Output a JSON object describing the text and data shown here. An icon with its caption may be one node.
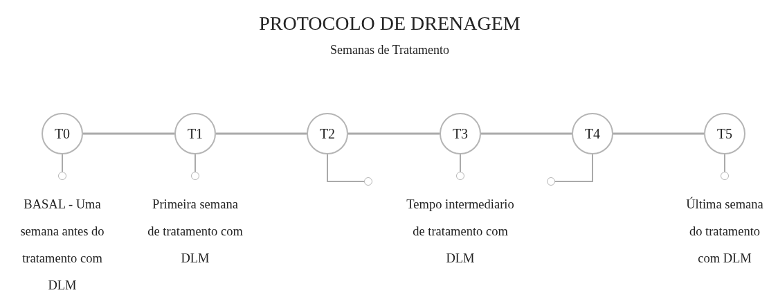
{
  "diagram": {
    "nodes": [
      {
        "text": [
          "T0"
        ]
      },
      {
        "text": [
          "T1"
        ]
      },
      {
        "text": [
          "T2"
        ]
      },
      {
        "text": [
          "T3"
        ]
      },
      {
        "text": [
          "T4"
        ]
      },
      {
        "text": [
          "T5"
        ]
      },
      {
        "text": [],
        "shape": "circle",
        "beside": [
          "BASAL - Uma semana antes do tratamento com DLM"
        ]
      },
      {
        "text": [],
        "shape": "circle",
        "beside": [
          "Primeira semana de tratamento com DLM"
        ]
      },
      {
        "text": [],
        "shape": "circle"
      },
      {
        "text": [],
        "shape": "circle",
        "beside": [
          "Tempo intermediario de tratamento com DLM"
        ]
      },
      {
        "text": [],
        "shape": "circle"
      },
      {
        "text": [],
        "shape": "circle",
        "beside": [
          "Última semana do tratamento com DLM"
        ]
      }
    ],
    "edges": [
      {
        "from": 0,
        "to": 1,
        "arrow": "none"
      },
      {
        "from": 1,
        "to": 2,
        "arrow": "none"
      },
      {
        "from": 2,
        "to": 3,
        "arrow": "none"
      },
      {
        "from": 3,
        "to": 4,
        "arrow": "none"
      },
      {
        "from": 4,
        "to": 5,
        "arrow": "none"
      },
      {
        "from": 0,
        "to": 6,
        "arrow": "none"
      },
      {
        "from": 1,
        "to": 7,
        "arrow": "none"
      },
      {
        "from": 2,
        "to": 8,
        "arrow": "none"
      },
      {
        "from": 3,
        "to": 9,
        "arrow": "none"
      },
      {
        "from": 4,
        "to": 10,
        "arrow": "none"
      },
      {
        "from": 5,
        "to": 11,
        "arrow": "none"
      }
    ],
    "labels": [
      "PROTOCOLO DE DRENAGEM",
      "Semanas de Tratamento"
    ]
  }
}
